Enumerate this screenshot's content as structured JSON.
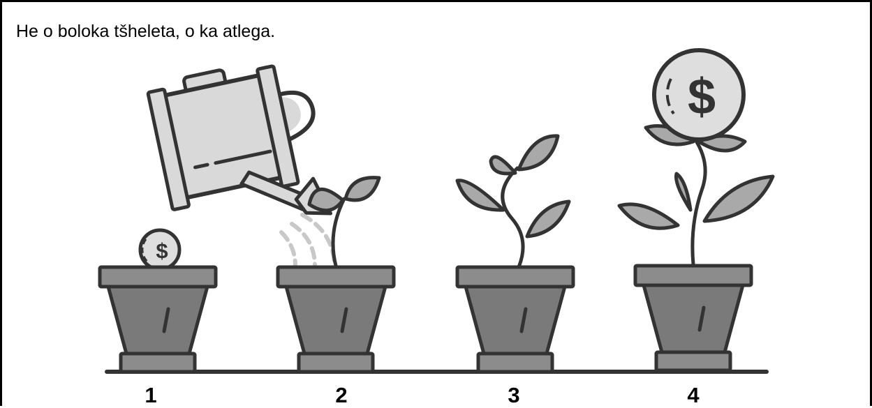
{
  "caption": "He o boloka tšheleta, o ka atlega.",
  "stages": [
    {
      "number": "1",
      "label_icon": "coin-in-pot"
    },
    {
      "number": "2",
      "label_icon": "watering-sprout"
    },
    {
      "number": "3",
      "label_icon": "growing-plant"
    },
    {
      "number": "4",
      "label_icon": "money-flower"
    }
  ],
  "coin_symbol": "$",
  "colors": {
    "outline": "#333333",
    "pot_dark": "#7a7a7a",
    "pot_rim": "#8c8c8c",
    "leaf": "#a9a9a9",
    "coin": "#dedede",
    "can": "#d9d9d9",
    "water": "#c8c8c8"
  }
}
